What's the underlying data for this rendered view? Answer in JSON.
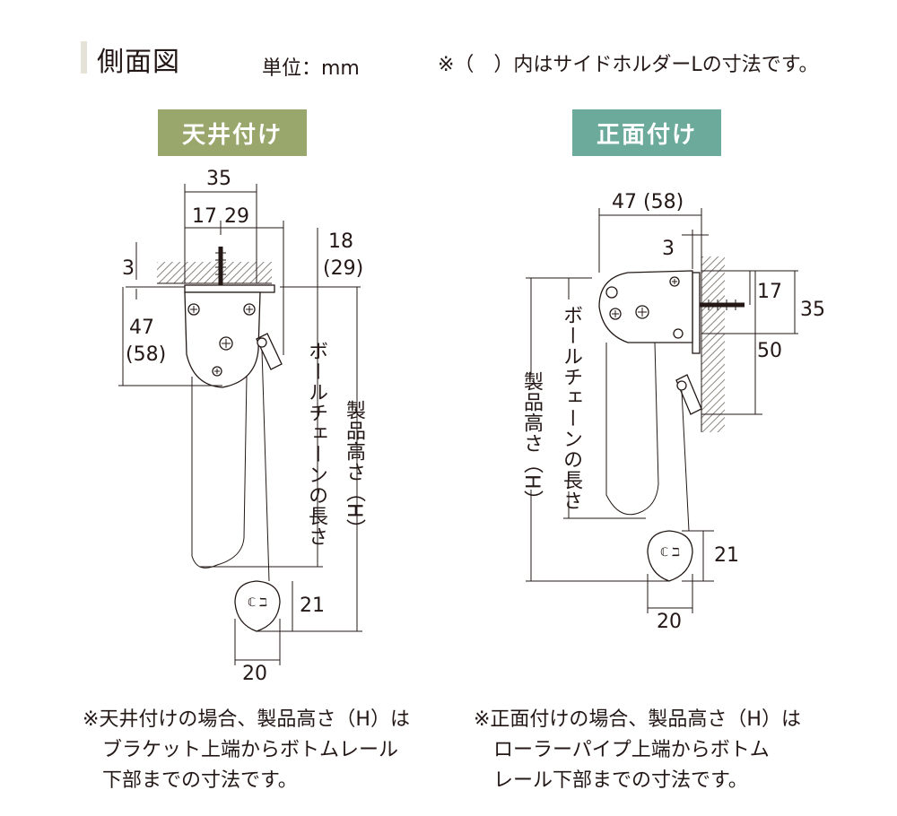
{
  "header": {
    "title": "側面図",
    "unit": "単位：mm",
    "note": "※（　）内はサイドホルダーLの寸法です。"
  },
  "ceiling": {
    "badge": "天井付け",
    "dims": {
      "width_total": "35",
      "w17": "17",
      "w29": "29",
      "h3": "3",
      "h47": "47",
      "h58": "(58)",
      "d18": "18",
      "d29": "(29)",
      "h21": "21",
      "w20": "20"
    },
    "chain_label": "ボールチェーンの長さ",
    "height_label": "製品高さ（H）",
    "note_lines": [
      "※天井付けの場合、製品高さ（H）は",
      "ブラケット上端からボトムレール",
      "下部までの寸法です。"
    ]
  },
  "front": {
    "badge": "正面付け",
    "dims": {
      "width_total": "47 (58)",
      "d3": "3",
      "h17": "17",
      "h35": "35",
      "h50": "50",
      "h21": "21",
      "w20": "20"
    },
    "chain_label": "ボールチェーンの長さ",
    "height_label": "製品高さ（H）",
    "note_lines": [
      "※正面付けの場合、製品高さ（H）は",
      "ローラーパイプ上端からボトム",
      "レール下部までの寸法です。"
    ]
  }
}
